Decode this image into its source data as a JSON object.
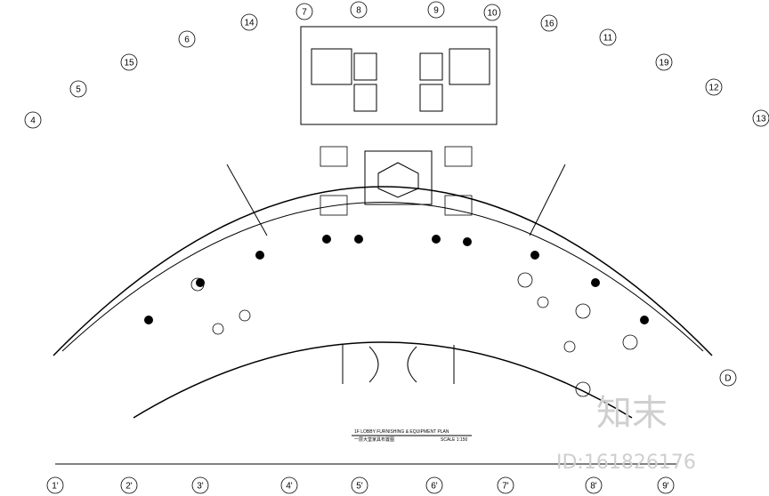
{
  "drawing": {
    "title": "1F LOBBY FURNISHING & EQUIPMENT PLAN",
    "subtitle": "一层大堂家具布置图",
    "scale": "SCALE 1:150"
  },
  "top_grid_labels": [
    "7",
    "8",
    "9",
    "10"
  ],
  "arc_grid_labels": [
    "14",
    "6",
    "15",
    "5",
    "4",
    "16",
    "11",
    "19",
    "12",
    "13"
  ],
  "bottom_grid_labels": [
    "1'",
    "2'",
    "3'",
    "4'",
    "5'",
    "6'",
    "7'",
    "8'",
    "9'"
  ],
  "side_grid_labels": [
    "D"
  ],
  "watermark": {
    "brand": "知末",
    "id_text": "ID:161826176"
  },
  "colors": {
    "line": "#000000",
    "tag_fill": "#000000",
    "watermark": "#cfcfcf"
  }
}
